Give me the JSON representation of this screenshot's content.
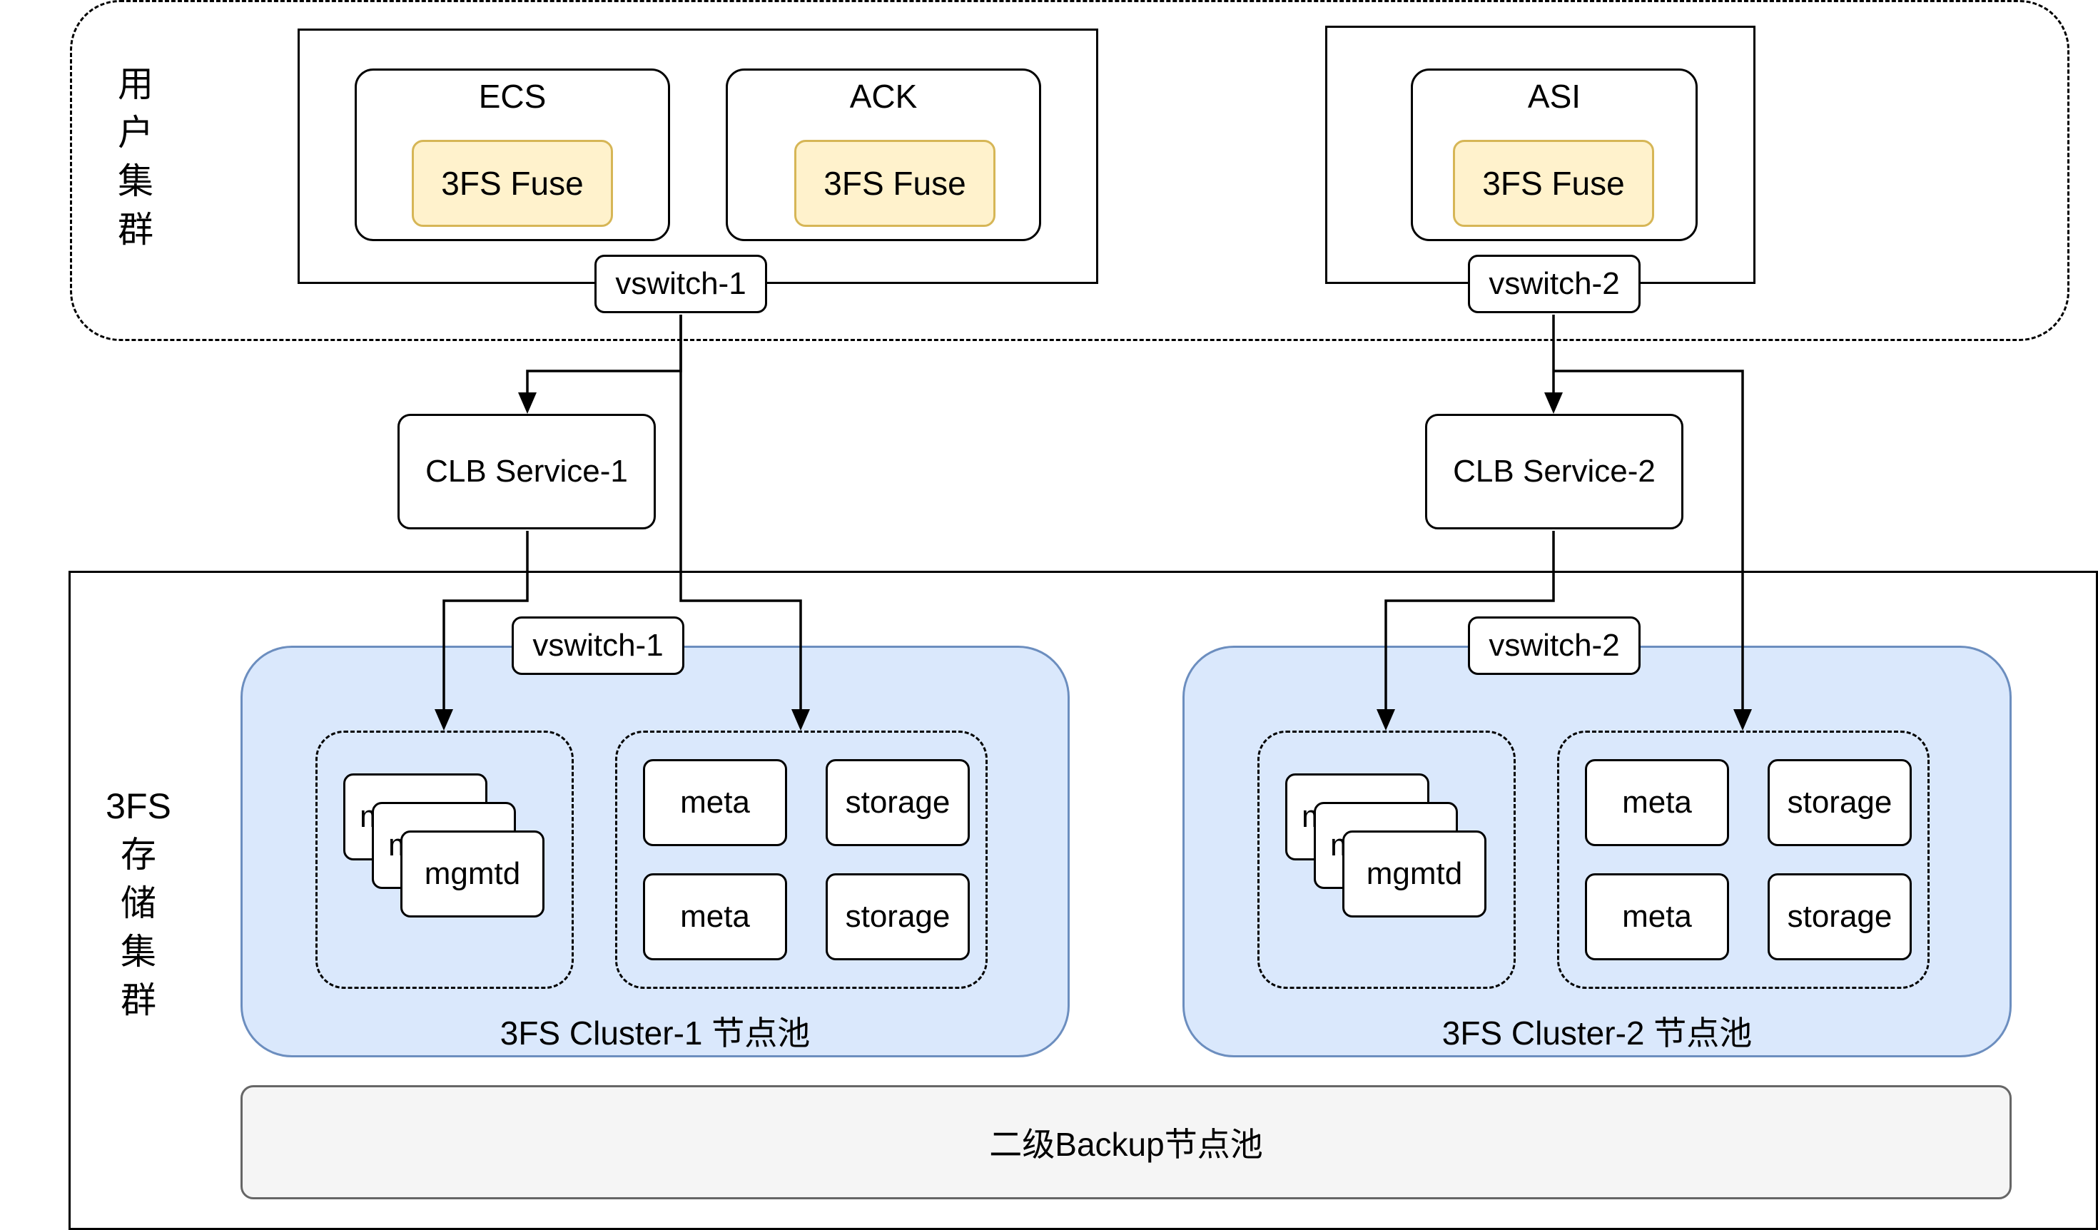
{
  "user_cluster": {
    "label": "用\n户\n集\n群",
    "groups": [
      {
        "vswitch": "vswitch-1",
        "nodes": [
          {
            "name": "ECS",
            "fuse": "3FS Fuse"
          },
          {
            "name": "ACK",
            "fuse": "3FS Fuse"
          }
        ]
      },
      {
        "vswitch": "vswitch-2",
        "nodes": [
          {
            "name": "ASI",
            "fuse": "3FS Fuse"
          }
        ]
      }
    ]
  },
  "clb": [
    "CLB Service-1",
    "CLB Service-2"
  ],
  "storage_cluster": {
    "label": "3FS\n存\n储\n集\n群",
    "pools": [
      {
        "vswitch": "vswitch-1",
        "name": "3FS Cluster-1 节点池",
        "mgmtd_stack": [
          "m",
          "m",
          "mgmtd"
        ],
        "services": [
          "meta",
          "storage",
          "meta",
          "storage"
        ]
      },
      {
        "vswitch": "vswitch-2",
        "name": "3FS Cluster-2 节点池",
        "mgmtd_stack": [
          "m",
          "m",
          "mgmtd"
        ],
        "services": [
          "meta",
          "storage",
          "meta",
          "storage"
        ]
      }
    ],
    "backup_pool": "二级Backup节点池"
  },
  "colors": {
    "fuse_fill": "#fff2cc",
    "fuse_border": "#d6b656",
    "pool_fill": "#dae8fc",
    "pool_border": "#6c8ebf",
    "backup_fill": "#f5f5f5",
    "backup_border": "#666666"
  }
}
